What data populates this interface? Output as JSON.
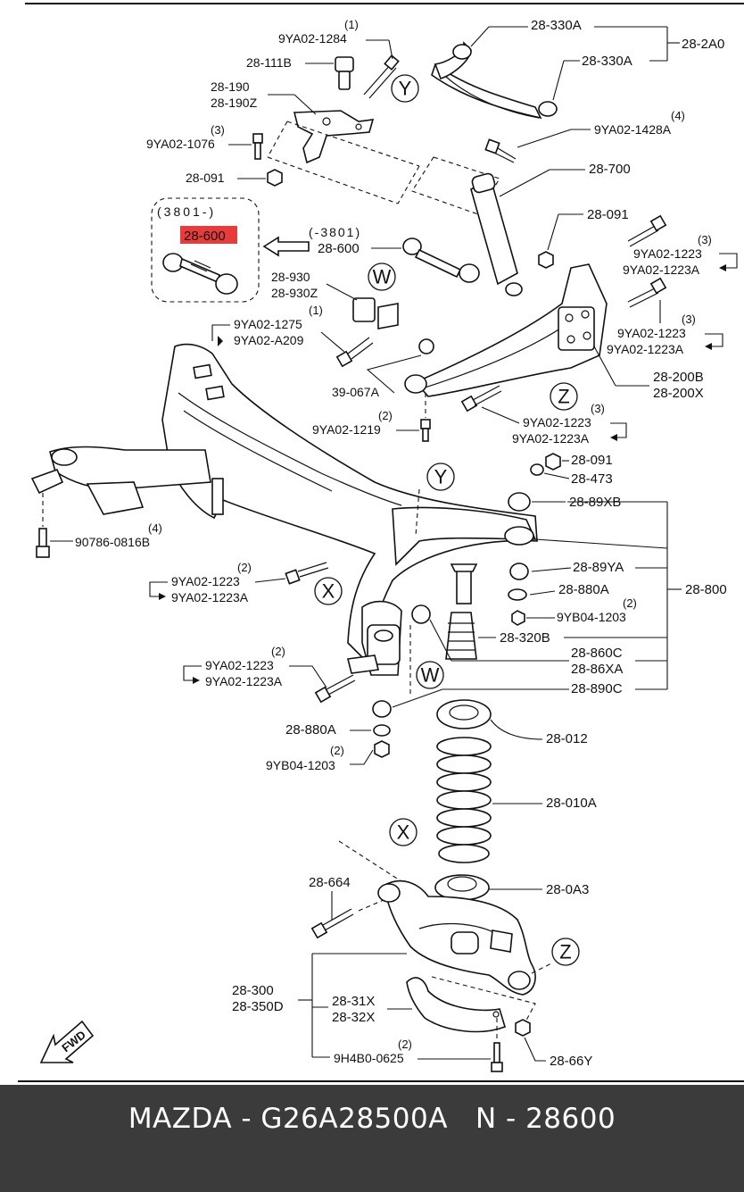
{
  "labels": {
    "l_28_330A_1": "28-330A",
    "l_28_2A0": "28-2A0",
    "l_28_330A_2": "28-330A",
    "q_1284": "(1)",
    "l_9YA02_1284": "9YA02-1284",
    "l_28_111B": "28-111B",
    "l_28_190": "28-190",
    "l_28_190Z": "28-190Z",
    "q_1428A": "(4)",
    "l_9YA02_1428A": "9YA02-1428A",
    "q_1076": "(3)",
    "l_9YA02_1076": "9YA02-1076",
    "l_28_700": "28-700",
    "l_28_091_1": "28-091",
    "l_28_091_2": "28-091",
    "l_3801_1": "(3801-)",
    "l_28_600_hl": "28-600",
    "l_3801_2": "(-3801)",
    "l_28_600": "28-600",
    "q_1223_1": "(3)",
    "l_9YA02_1223_1": "9YA02-1223",
    "l_9YA02_1223A_1": "9YA02-1223A",
    "l_28_930": "28-930",
    "l_28_930Z": "28-930Z",
    "q_1275": "(1)",
    "l_9YA02_1275": "9YA02-1275",
    "l_9YA02_A209": "9YA02-A209",
    "q_1223_2": "(3)",
    "l_9YA02_1223_2": "9YA02-1223",
    "l_9YA02_1223A_2": "9YA02-1223A",
    "l_28_200B": "28-200B",
    "l_28_200X": "28-200X",
    "l_39_067A": "39-067A",
    "q_1219": "(2)",
    "l_9YA02_1219": "9YA02-1219",
    "q_1223_3": "(3)",
    "l_9YA02_1223_3": "9YA02-1223",
    "l_9YA02_1223A_3": "9YA02-1223A",
    "l_28_091_3": "28-091",
    "l_28_473": "28-473",
    "l_28_89XB": "28-89XB",
    "q_0816": "(4)",
    "l_90786_0816B": "90786-0816B",
    "q_1223_4": "(2)",
    "l_9YA02_1223_4": "9YA02-1223",
    "l_9YA02_1223A_4": "9YA02-1223A",
    "l_28_89YA": "28-89YA",
    "l_28_880A_1": "28-880A",
    "l_28_800": "28-800",
    "q_1203_1": "(2)",
    "l_9YB04_1203_1": "9YB04-1203",
    "l_28_320B": "28-320B",
    "l_28_860C": "28-860C",
    "l_28_86XA": "28-86XA",
    "q_1223_5": "(2)",
    "l_9YA02_1223_5": "9YA02-1223",
    "l_9YA02_1223A_5": "9YA02-1223A",
    "l_28_890C": "28-890C",
    "l_28_880A_2": "28-880A",
    "l_28_012": "28-012",
    "q_1203_2": "(2)",
    "l_9YB04_1203_2": "9YB04-1203",
    "l_28_010A": "28-010A",
    "l_28_664": "28-664",
    "l_28_0A3": "28-0A3",
    "l_28_300": "28-300",
    "l_28_350D": "28-350D",
    "l_28_31X": "28-31X",
    "l_28_32X": "28-32X",
    "q_0625": "(2)",
    "l_9H4B0_0625": "9H4B0-0625",
    "l_28_66Y": "28-66Y"
  },
  "markers": {
    "Y1": "Y",
    "W1": "W",
    "Z1": "Z",
    "Y2": "Y",
    "X1": "X",
    "W2": "W",
    "X2": "X",
    "Z2": "Z"
  },
  "fwd": "FWD",
  "highlight_color": "#e83c3c",
  "footer": {
    "brand": "MAZDA",
    "part_number": "G26A28500A",
    "ref": "N - 28600",
    "text": "MAZDA - G26A28500A   N - 28600"
  }
}
